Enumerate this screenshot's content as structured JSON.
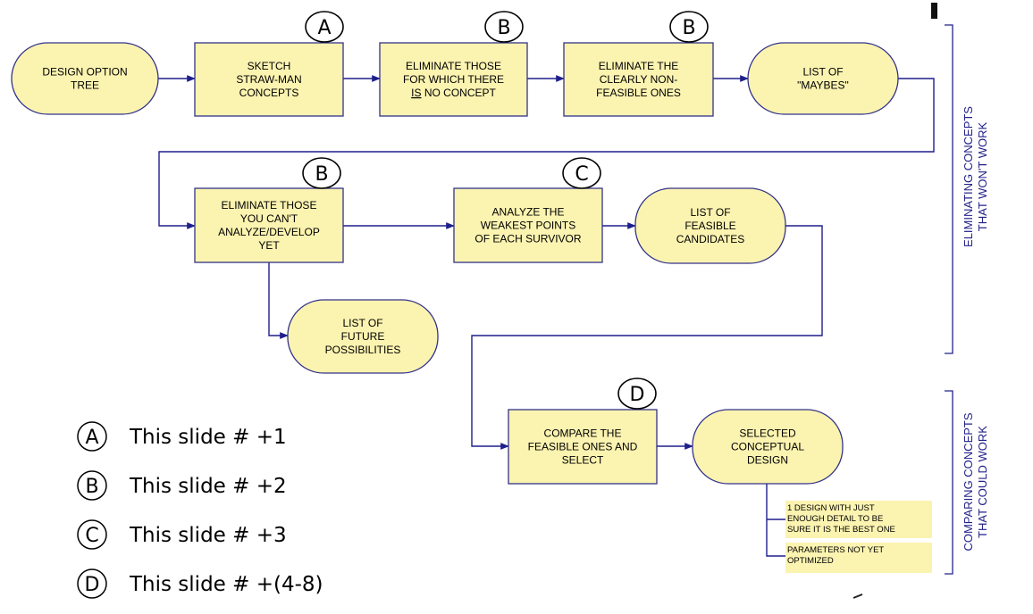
{
  "colors": {
    "node_fill": "#fbf3b0",
    "node_stroke": "#33338a",
    "connector": "#1f1f8c",
    "side_bracket": "#22228a",
    "note_fill": "#fbf3b0"
  },
  "nodes": {
    "design_option_tree": {
      "lines": [
        "DESIGN OPTION",
        "TREE"
      ],
      "shape": "rounded"
    },
    "sketch": {
      "lines": [
        "SKETCH",
        "STRAW-MAN",
        "CONCEPTS"
      ],
      "shape": "rect",
      "marker": "A"
    },
    "eliminate_no_concept": {
      "lines": [
        "ELIMINATE THOSE",
        "FOR WHICH THERE",
        "IS NO CONCEPT"
      ],
      "underlined_word": "IS",
      "shape": "rect",
      "marker": "B"
    },
    "eliminate_non_feasible": {
      "lines": [
        "ELIMINATE THE",
        "CLEARLY NON-",
        "FEASIBLE ONES"
      ],
      "shape": "rect",
      "marker": "B"
    },
    "list_maybes": {
      "lines": [
        "LIST OF",
        "\"MAYBES\""
      ],
      "shape": "rounded"
    },
    "eliminate_cant_analyze": {
      "lines": [
        "ELIMINATE THOSE",
        "YOU CAN'T",
        "ANALYZE/DEVELOP",
        "YET"
      ],
      "shape": "rect",
      "marker": "B"
    },
    "analyze_weakest": {
      "lines": [
        "ANALYZE THE",
        "WEAKEST POINTS",
        "OF EACH SURVIVOR"
      ],
      "shape": "rect",
      "marker": "C"
    },
    "list_feasible": {
      "lines": [
        "LIST OF",
        "FEASIBLE",
        "CANDIDATES"
      ],
      "shape": "rounded"
    },
    "list_future": {
      "lines": [
        "LIST OF",
        "FUTURE",
        "POSSIBILITIES"
      ],
      "shape": "rounded"
    },
    "compare_select": {
      "lines": [
        "COMPARE THE",
        "FEASIBLE ONES AND",
        "SELECT"
      ],
      "shape": "rect",
      "marker": "D"
    },
    "selected_design": {
      "lines": [
        "SELECTED",
        "CONCEPTUAL",
        "DESIGN"
      ],
      "shape": "rounded"
    }
  },
  "notes": [
    {
      "lines": [
        "1 DESIGN WITH JUST",
        "ENOUGH DETAIL TO BE",
        "SURE IT IS THE BEST ONE"
      ]
    },
    {
      "lines": [
        "PARAMETERS NOT YET",
        "OPTIMIZED"
      ]
    }
  ],
  "side_labels": {
    "eliminating": [
      "ELIMINATING CONCEPTS",
      "THAT WON'T WORK"
    ],
    "comparing": [
      "COMPARING CONCEPTS",
      "THAT COULD WORK"
    ]
  },
  "legend": [
    {
      "letter": "A",
      "text": "This slide # +1"
    },
    {
      "letter": "B",
      "text": "This slide # +2"
    },
    {
      "letter": "C",
      "text": "This slide # +3"
    },
    {
      "letter": "D",
      "text": "This slide # +(4-8)"
    }
  ]
}
